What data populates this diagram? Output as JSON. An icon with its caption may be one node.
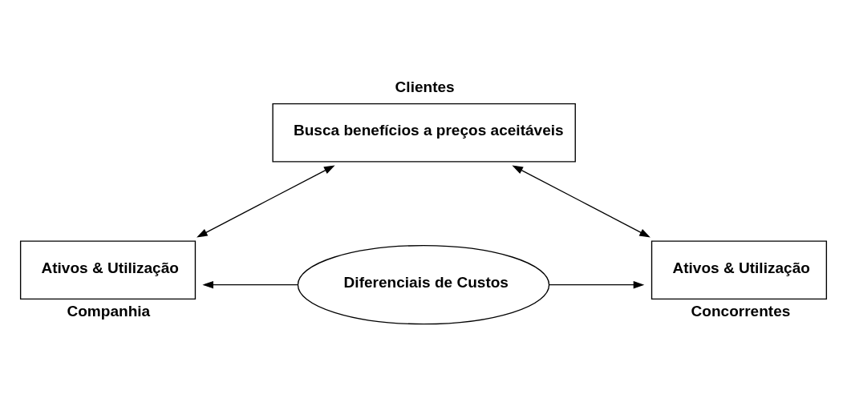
{
  "diagram": {
    "nodes": [
      {
        "text": [
          "Busca benefícios a preços aceitáveis"
        ],
        "beside": [
          "Clientes"
        ]
      },
      {
        "text": [
          "Ativos & Utilização"
        ],
        "beside": [
          "Companhia"
        ]
      },
      {
        "text": [
          "Diferenciais de Custos"
        ]
      },
      {
        "text": [
          "Ativos & Utilização"
        ],
        "beside": [
          "Concorrentes"
        ]
      }
    ],
    "edges": [
      {
        "from": 0,
        "to": 1,
        "arrow": "both"
      },
      {
        "from": 0,
        "to": 3,
        "arrow": "both"
      },
      {
        "from": 2,
        "to": 1,
        "arrow": "to"
      },
      {
        "from": 2,
        "to": 3,
        "arrow": "to"
      }
    ]
  }
}
